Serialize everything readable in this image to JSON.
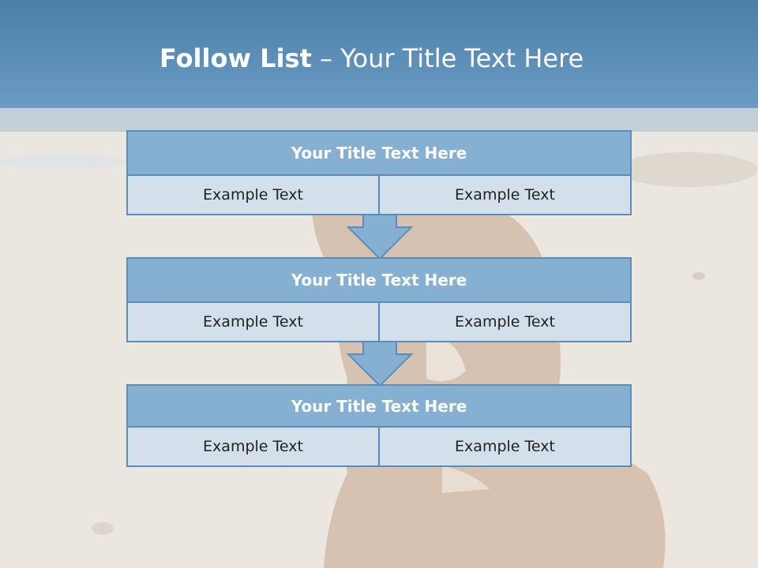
{
  "header": {
    "title_bold": "Follow List",
    "title_rest": "– Your Title Text Here"
  },
  "blocks": [
    {
      "title": "Your Title Text Here",
      "left": "Example Text",
      "right": "Example Text"
    },
    {
      "title": "Your Title Text Here",
      "left": "Example Text",
      "right": "Example Text"
    },
    {
      "title": "Your Title Text Here",
      "left": "Example Text",
      "right": "Example Text"
    }
  ],
  "colors": {
    "header": "#6a9cc6",
    "block_title": "#86b0d2",
    "block_cell": "#d3dfeb",
    "border": "#5b8dba"
  }
}
